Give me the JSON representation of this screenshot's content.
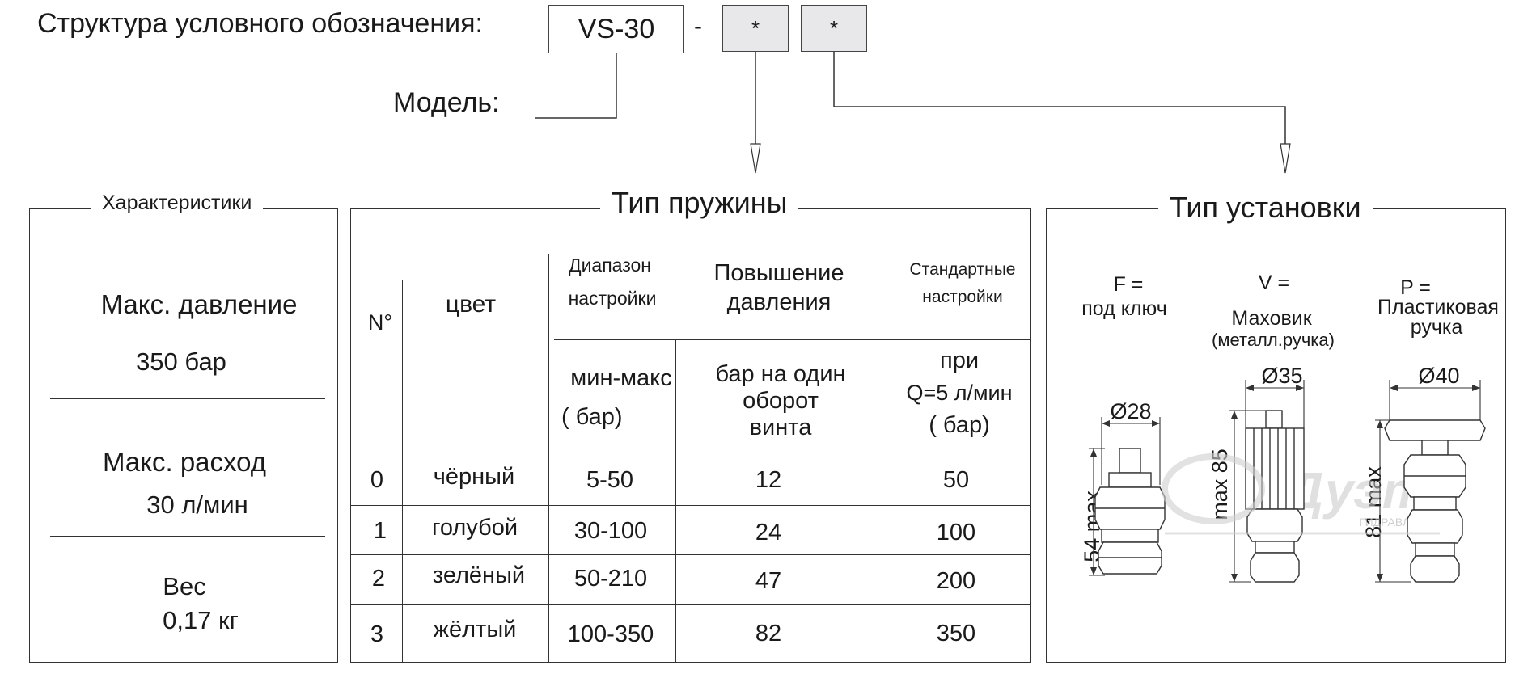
{
  "header": {
    "title": "Структура условного обозначения:",
    "model_code": "VS-30",
    "dash": "-",
    "spring_slot": "*",
    "mount_slot": "*",
    "model_label": "Модель:"
  },
  "characteristics": {
    "title": "Характеристики",
    "items": [
      {
        "label": "Макс. давление",
        "value": "350 бар"
      },
      {
        "label": "Макс. расход",
        "value": "30 л/мин"
      },
      {
        "label": "Вес",
        "value": "0,17 кг"
      }
    ]
  },
  "spring": {
    "title": "Тип пружины",
    "headers": {
      "no": "N°",
      "color": "цвет",
      "range_top_1": "Диапазон",
      "range_top_2": "настройки",
      "range_bottom_1": "мин-макс",
      "range_bottom_2": "( бар)",
      "increase_top_1": "Повышение",
      "increase_top_2": "давления",
      "increase_bottom_1": "бар на один",
      "increase_bottom_2": "оборот",
      "increase_bottom_3": "винта",
      "std_top_1": "Стандартные",
      "std_top_2": "настройки",
      "std_bottom_1": "при",
      "std_bottom_2": "Q=5 л/мин",
      "std_bottom_3": "( бар)"
    },
    "rows": [
      {
        "no": "0",
        "color": "чёрный",
        "range": "5-50",
        "increase": "12",
        "std": "50"
      },
      {
        "no": "1",
        "color": "голубой",
        "range": "30-100",
        "increase": "24",
        "std": "100"
      },
      {
        "no": "2",
        "color": "зелёный",
        "range": "50-210",
        "increase": "47",
        "std": "200"
      },
      {
        "no": "3",
        "color": "жёлтый",
        "range": "100-350",
        "increase": "82",
        "std": "350"
      }
    ]
  },
  "mounting": {
    "title": "Тип установки",
    "types": [
      {
        "code": "F =",
        "desc_1": "под ключ",
        "desc_2": "",
        "dia": "Ø28",
        "height": "54 max"
      },
      {
        "code": "V =",
        "desc_1": "Маховик",
        "desc_2": "(металл.ручка)",
        "dia": "Ø35",
        "height": "max 85"
      },
      {
        "code": "P =",
        "desc_1": "Пластиковая",
        "desc_2": "ручка",
        "dia": "Ø40",
        "height": "81 max"
      }
    ],
    "watermark": {
      "brand": "Дуэт",
      "sub": "ГИДРАВЛИК"
    }
  }
}
